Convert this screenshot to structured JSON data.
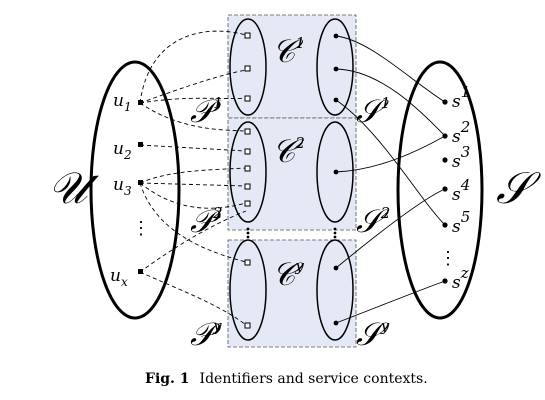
{
  "sets": {
    "U": "𝒰",
    "S": "𝒮",
    "C": "𝒞",
    "P": "𝒫"
  },
  "contexts": [
    {
      "sup": "1"
    },
    {
      "sup": "2"
    },
    {
      "sup": "y"
    }
  ],
  "users": [
    {
      "base": "u",
      "idx": "1"
    },
    {
      "base": "u",
      "idx": "2"
    },
    {
      "base": "u",
      "idx": "3"
    },
    {
      "base": "u",
      "idx": "x"
    }
  ],
  "services": [
    {
      "base": "s",
      "sup": "1"
    },
    {
      "base": "s",
      "sup": "2"
    },
    {
      "base": "s",
      "sup": "3"
    },
    {
      "base": "s",
      "sup": "4"
    },
    {
      "base": "s",
      "sup": "5"
    },
    {
      "base": "s",
      "sup": "z"
    }
  ],
  "ellipsis": "⋮",
  "caption": {
    "label": "Fig. 1",
    "text": "Identifiers and service contexts."
  }
}
